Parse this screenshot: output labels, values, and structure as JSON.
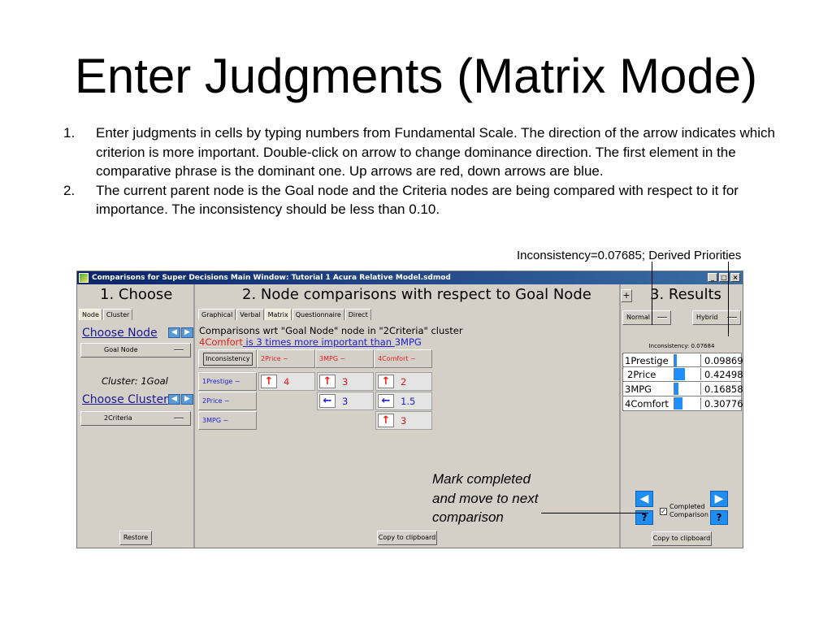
{
  "slide": {
    "title": "Enter Judgments (Matrix Mode)",
    "bullets": [
      {
        "num": "1.",
        "text": "Enter judgments in cells by typing numbers from Fundamental Scale. The direction of the arrow indicates which criterion is more important. Double-click on arrow to change dominance direction. The first element in the comparative phrase is the dominant one. Up arrows are red, down arrows are blue."
      },
      {
        "num": "2.",
        "text": "The current parent node is the Goal node and the Criteria nodes are being compared with respect to it for importance. The inconsistency should be less than 0.10."
      }
    ],
    "annotation_top": "Inconsistency=0.07685; Derived Priorities",
    "annotation_mark": [
      "Mark completed",
      "and move to next",
      "comparison"
    ]
  },
  "window": {
    "title": "Comparisons for Super Decisions Main Window: Tutorial 1 Acura Relative Model.sdmod",
    "controls": [
      "_",
      "□",
      "×"
    ]
  },
  "left": {
    "heading": "1. Choose",
    "tabs": [
      "Node",
      "Cluster"
    ],
    "choose_node": "Choose Node",
    "node_value": "Goal Node",
    "cluster_label": "Cluster: 1Goal",
    "choose_cluster": "Choose Cluster",
    "cluster_value": "2Criteria",
    "restore": "Restore"
  },
  "middle": {
    "heading": "2. Node comparisons with respect to Goal Node",
    "plus": "+",
    "tabs": [
      "Graphical",
      "Verbal",
      "Matrix",
      "Questionnaire",
      "Direct"
    ],
    "comparison_line": "Comparisons wrt \"Goal Node\" node in \"2Criteria\" cluster",
    "phrase": {
      "dominant": "4Comfort",
      "middle": " is 3 times more important than ",
      "other": "3MPG"
    },
    "inconsistency_button": "Inconsistency",
    "col_headers": [
      "2Price  ~",
      "3MPG  ~",
      "4Comfort ~"
    ],
    "row_headers": [
      "1Prestige ~",
      "2Price  ~",
      "3MPG  ~"
    ],
    "cells": [
      {
        "arrow": "↑",
        "value": "4"
      },
      {
        "arrow": "↑",
        "value": "3"
      },
      {
        "arrow": "↑",
        "value": "2"
      },
      {
        "arrow": "←",
        "value": "3"
      },
      {
        "arrow": "←",
        "value": "1.5"
      },
      {
        "arrow": "↑",
        "value": "3"
      }
    ],
    "copy": "Copy to clipboard"
  },
  "right": {
    "heading": "3. Results",
    "normal": "Normal",
    "hybrid": "Hybrid",
    "inconsistency": "Inconsistency: 0.07684",
    "results": [
      {
        "name": "1Prestige",
        "value": "0.09869",
        "fill": 0.1
      },
      {
        "name": "2Price",
        "value": "0.42498",
        "fill": 0.42
      },
      {
        "name": "3MPG",
        "value": "0.16858",
        "fill": 0.17
      },
      {
        "name": "4Comfort",
        "value": "0.30776",
        "fill": 0.31
      }
    ],
    "completed_label": [
      "Completed",
      "Comparison"
    ],
    "completed_check": "✓",
    "prev": "◀",
    "next": "▶",
    "help": "?",
    "copy": "Copy to clipboard"
  },
  "colors": {
    "red": "#e02020",
    "blue": "#2020d0",
    "bar": "#1f8fff"
  }
}
